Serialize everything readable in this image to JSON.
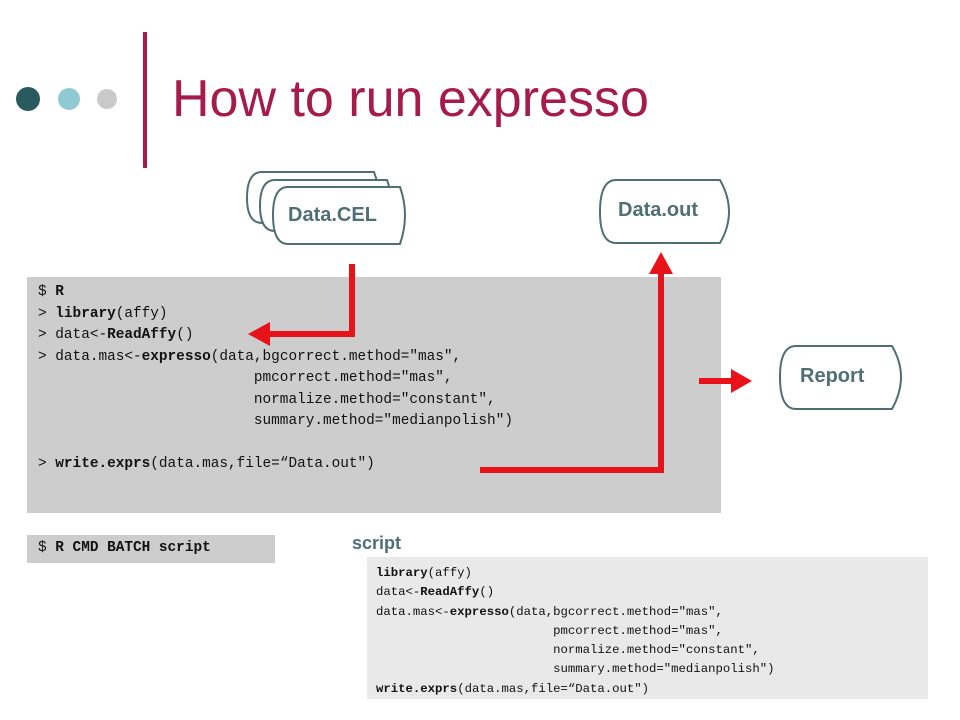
{
  "colors": {
    "accent": "#a51c4c",
    "dot_dark": "#2b5a5e",
    "dot_teal": "#8fc9d2",
    "dot_gray": "#c9c9c9",
    "arrow": "#e8121a",
    "console_bg": "#cdcdcd",
    "script_bg": "#e9e9e9",
    "node_text": "#4f6f74"
  },
  "title": "How to run expresso",
  "nodes": {
    "data_cel": "Data.CEL",
    "data_out": "Data.out",
    "report": "Report"
  },
  "console": {
    "prompt": "$ ",
    "command": "R",
    "line_prompt": "> ",
    "lines": [
      {
        "before": "",
        "fn": "library",
        "after": "(affy)"
      },
      {
        "before": "data<-",
        "fn": "ReadAffy",
        "after": "()"
      },
      {
        "before": "data.mas<-",
        "fn": "expresso",
        "after": "(data,bgcorrect.method=\"mas\","
      },
      {
        "text": "                         pmcorrect.method=\"mas\","
      },
      {
        "text": "                         normalize.method=\"constant\","
      },
      {
        "text": "                         summary.method=\"medianpolish\")"
      },
      {
        "before": "",
        "fn": "write.exprs",
        "after": "(data.mas,file=“Data.out\")"
      }
    ]
  },
  "batch": {
    "prompt": "$ ",
    "command": "R CMD BATCH script"
  },
  "script": {
    "label": "script",
    "lines": [
      {
        "fn": "library",
        "after": "(affy)"
      },
      {
        "before": "data<-",
        "fn": "ReadAffy",
        "after": "()"
      },
      {
        "before": "data.mas<-",
        "fn": "expresso",
        "after": "(data,bgcorrect.method=\"mas\","
      },
      {
        "text": "                        pmcorrect.method=\"mas\","
      },
      {
        "text": "                        normalize.method=\"constant\","
      },
      {
        "text": "                        summary.method=\"medianpolish\")"
      },
      {
        "fn": "write.exprs",
        "after": "(data.mas,file=“Data.out\")"
      }
    ]
  }
}
